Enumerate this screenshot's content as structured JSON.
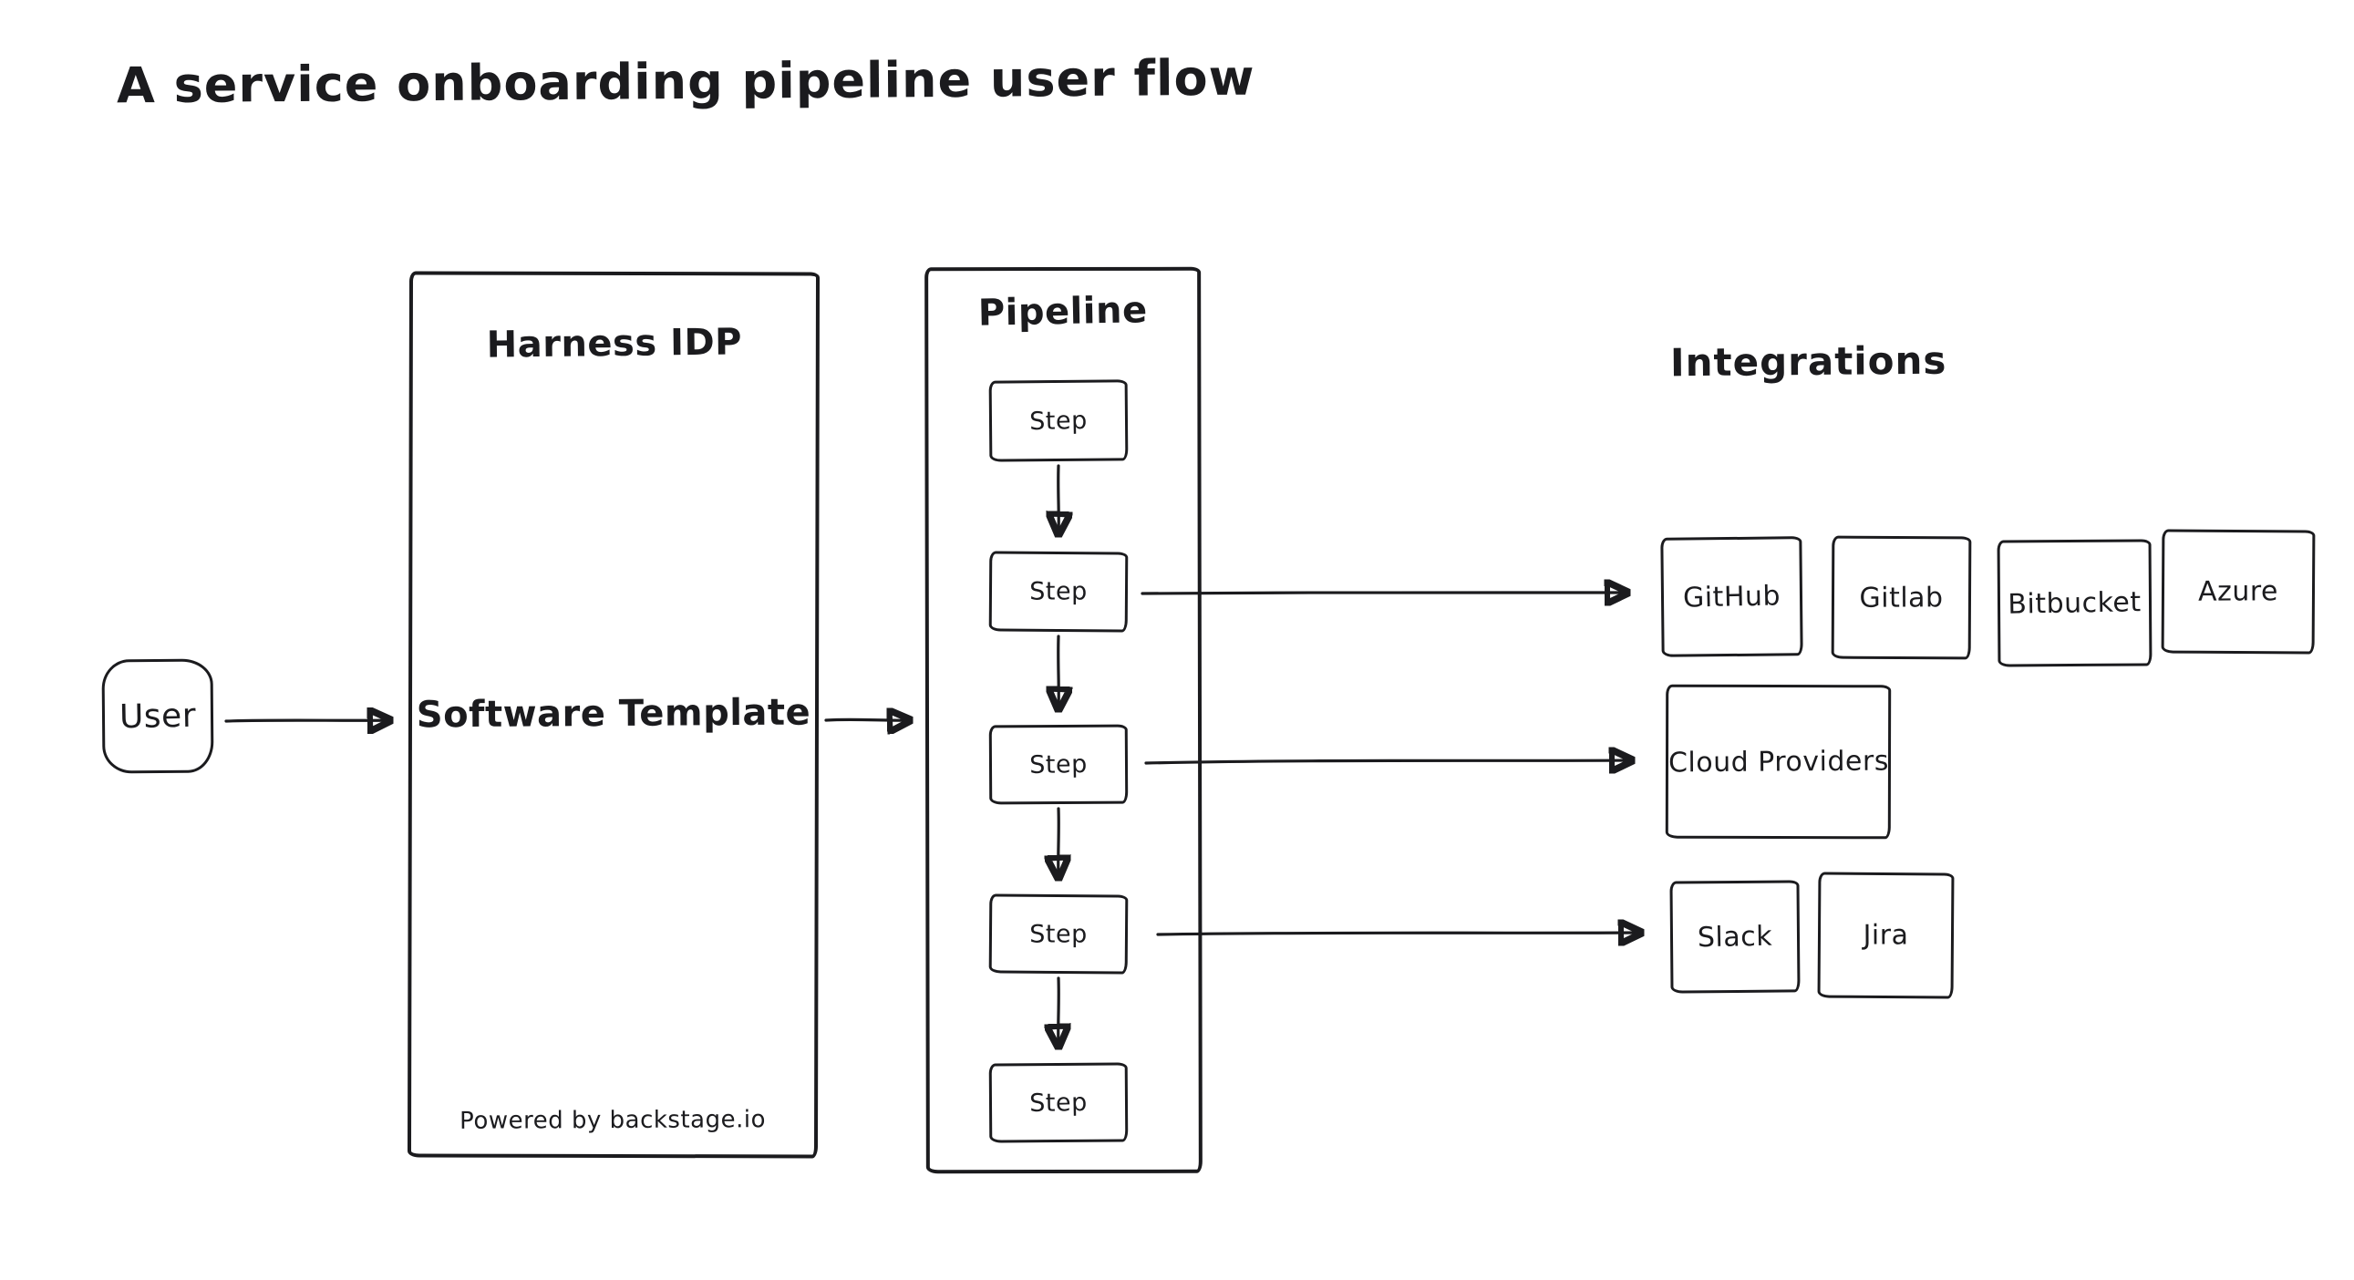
{
  "title": "A service onboarding pipeline user flow",
  "user_node": {
    "label": "User"
  },
  "harness_idp": {
    "title": "Harness IDP",
    "template_label": "Software Template",
    "footnote": "Powered by backstage.io"
  },
  "pipeline": {
    "title": "Pipeline",
    "steps": [
      "Step",
      "Step",
      "Step",
      "Step",
      "Step"
    ]
  },
  "integrations": {
    "heading": "Integrations",
    "source_control": [
      "GitHub",
      "Gitlab",
      "Bitbucket",
      "Azure"
    ],
    "cloud": [
      "Cloud Providers"
    ],
    "collaboration": [
      "Slack",
      "Jira"
    ]
  },
  "edges": [
    {
      "from": "User",
      "to": "Software Template"
    },
    {
      "from": "Software Template",
      "to": "Pipeline"
    },
    {
      "from": "Step 1",
      "to": "Step 2"
    },
    {
      "from": "Step 2",
      "to": "Step 3"
    },
    {
      "from": "Step 3",
      "to": "Step 4"
    },
    {
      "from": "Step 4",
      "to": "Step 5"
    },
    {
      "from": "Step 2",
      "to": "GitHub"
    },
    {
      "from": "Step 3",
      "to": "Cloud Providers"
    },
    {
      "from": "Step 4",
      "to": "Slack"
    }
  ],
  "colors": {
    "stroke": "#1b1b1e",
    "background": "#ffffff"
  }
}
